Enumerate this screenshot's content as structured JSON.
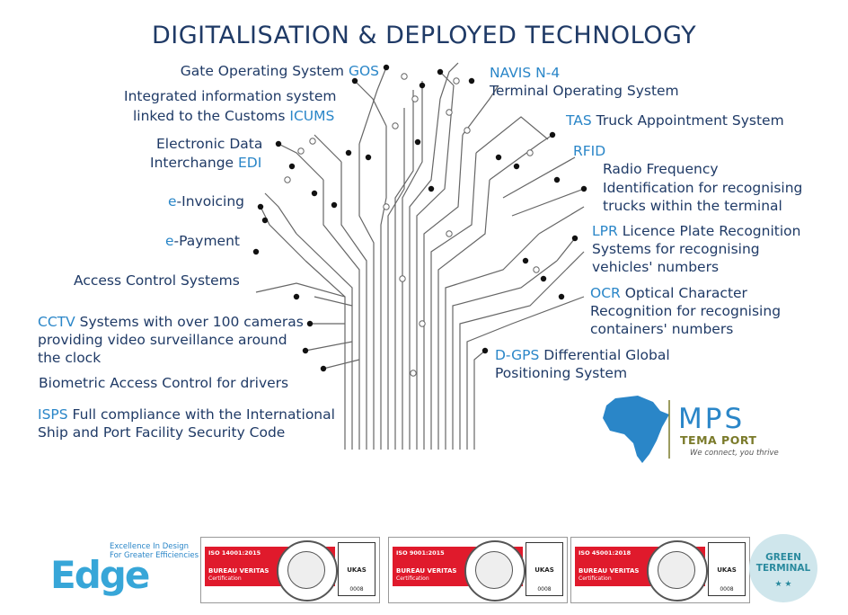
{
  "title": "DIGITALISATION & DEPLOYED TECHNOLOGY",
  "left": [
    {
      "pre": "Gate Operating System ",
      "hl": "GOS",
      "post": ""
    },
    {
      "pre": "Integrated information system",
      "hl": "",
      "post": ""
    },
    {
      "pre": "linked to the Customs ",
      "hl": "ICUMS",
      "post": ""
    },
    {
      "pre": "Electronic Data",
      "hl": "",
      "post": ""
    },
    {
      "pre": "Interchange ",
      "hl": "EDI",
      "post": ""
    },
    {
      "pre": "",
      "hl": "e",
      "post": "-Invoicing"
    },
    {
      "pre": "",
      "hl": "e",
      "post": "-Payment"
    },
    {
      "pre": "Access Control Systems",
      "hl": "",
      "post": ""
    },
    {
      "pre": "",
      "hl": "CCTV",
      "post": " Systems with over 100 cameras"
    },
    {
      "pre": "providing video surveillance around",
      "hl": "",
      "post": ""
    },
    {
      "pre": "the clock",
      "hl": "",
      "post": ""
    },
    {
      "pre": "Biometric Access Control for drivers",
      "hl": "",
      "post": ""
    },
    {
      "pre": "",
      "hl": "ISPS",
      "post": " Full compliance with the International"
    },
    {
      "pre": "Ship and Port Facility Security Code",
      "hl": "",
      "post": ""
    }
  ],
  "right": [
    {
      "pre": "",
      "hl": "NAVIS N-4",
      "post": ""
    },
    {
      "pre": "Terminal Operating System",
      "hl": "",
      "post": ""
    },
    {
      "pre": "",
      "hl": "TAS",
      "post": " Truck Appointment System"
    },
    {
      "pre": "",
      "hl": "RFID",
      "post": ""
    },
    {
      "pre": "Radio Frequency",
      "hl": "",
      "post": ""
    },
    {
      "pre": "Identification for recognising",
      "hl": "",
      "post": ""
    },
    {
      "pre": "trucks within the terminal",
      "hl": "",
      "post": ""
    },
    {
      "pre": "",
      "hl": "LPR",
      "post": " Licence Plate Recognition"
    },
    {
      "pre": "Systems for recognising",
      "hl": "",
      "post": ""
    },
    {
      "pre": "vehicles' numbers",
      "hl": "",
      "post": ""
    },
    {
      "pre": "",
      "hl": "OCR",
      "post": " Optical Character"
    },
    {
      "pre": "Recognition for recognising",
      "hl": "",
      "post": ""
    },
    {
      "pre": "containers' numbers",
      "hl": "",
      "post": ""
    },
    {
      "pre": "",
      "hl": "D-GPS",
      "post": " Differential Global"
    },
    {
      "pre": "Positioning System",
      "hl": "",
      "post": ""
    }
  ],
  "mps": {
    "name": "MPS",
    "sub": "TEMA PORT",
    "tag": "We connect, you thrive"
  },
  "edge": {
    "word": "Edge",
    "tag1": "Excellence In Design",
    "tag2": "For Greater Efficiencies"
  },
  "certs": [
    {
      "iso": "ISO 14001:2015",
      "bv": "BUREAU VERITAS",
      "cert": "Certification",
      "ukas": "UKAS",
      "num": "0008"
    },
    {
      "iso": "ISO 9001:2015",
      "bv": "BUREAU VERITAS",
      "cert": "Certification",
      "ukas": "UKAS",
      "num": "0008"
    },
    {
      "iso": "ISO 45001:2018",
      "bv": "BUREAU VERITAS",
      "cert": "Certification",
      "ukas": "UKAS",
      "num": "0008"
    }
  ],
  "green": {
    "line1": "GREEN",
    "line2": "TERMINAL",
    "stars": "★ ★"
  },
  "colors": {
    "navy": "#1f3a66",
    "accent": "#2a86c8",
    "bv_red": "#e01a2c"
  }
}
